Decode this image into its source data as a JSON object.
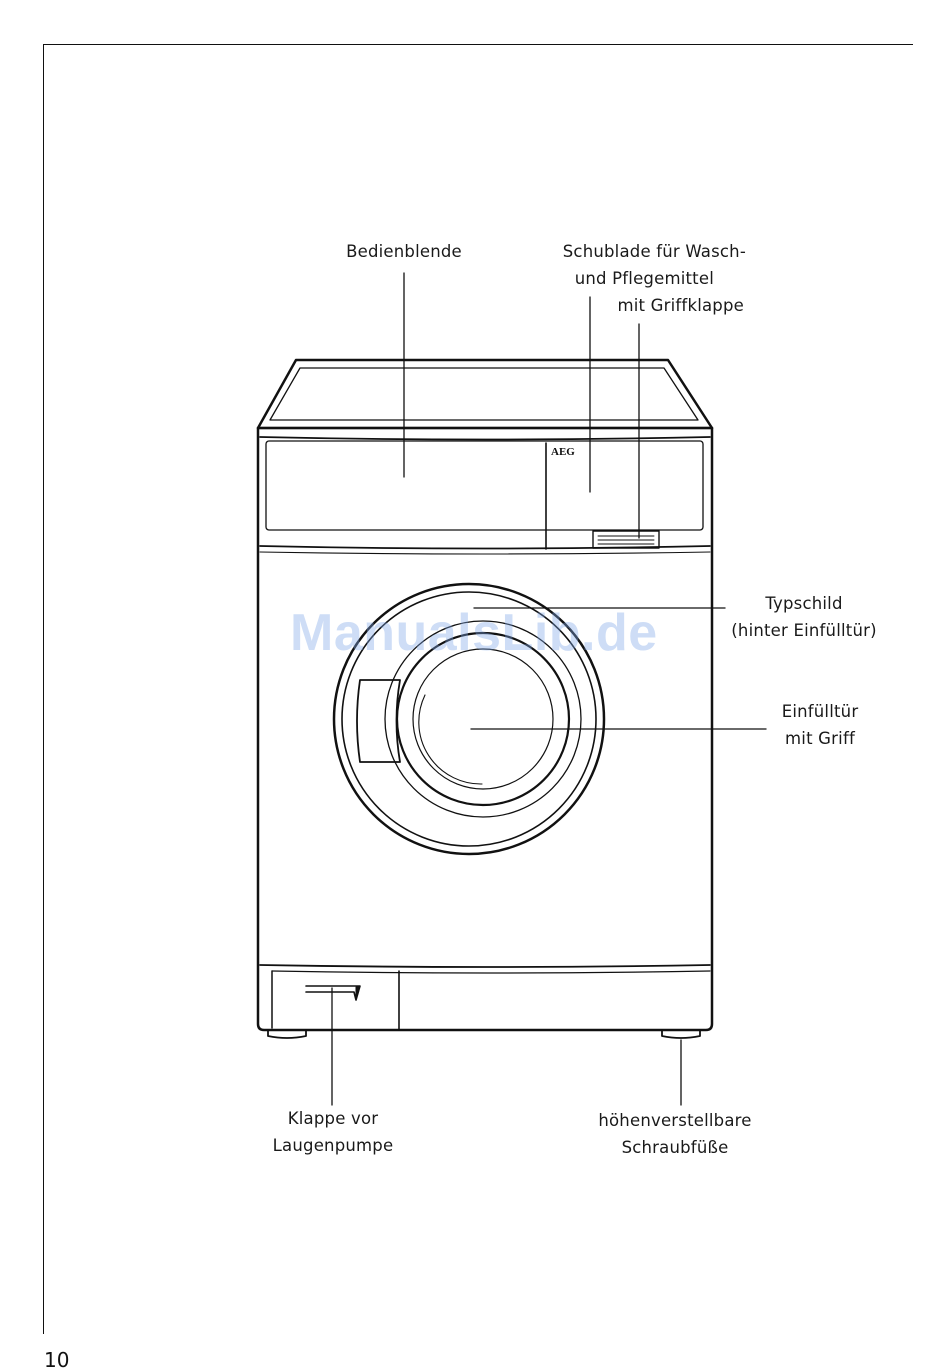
{
  "page": {
    "number": "10"
  },
  "labels": {
    "control_panel": "Bedienblende",
    "drawer": [
      "Schublade für Wasch-",
      "und Pflegemittel"
    ],
    "drawer_flap": "mit Griffklappe",
    "type_plate": [
      "Typschild",
      "(hinter Einfülltür)"
    ],
    "door": [
      "Einfülltür",
      "mit Griff"
    ],
    "pump_flap": [
      "Klappe vor",
      "Laugenpumpe"
    ],
    "feet": [
      "höhenverstellbare",
      "Schraubfüße"
    ]
  },
  "brand": {
    "logo": "AEG"
  },
  "watermark": "ManualsLib.de"
}
